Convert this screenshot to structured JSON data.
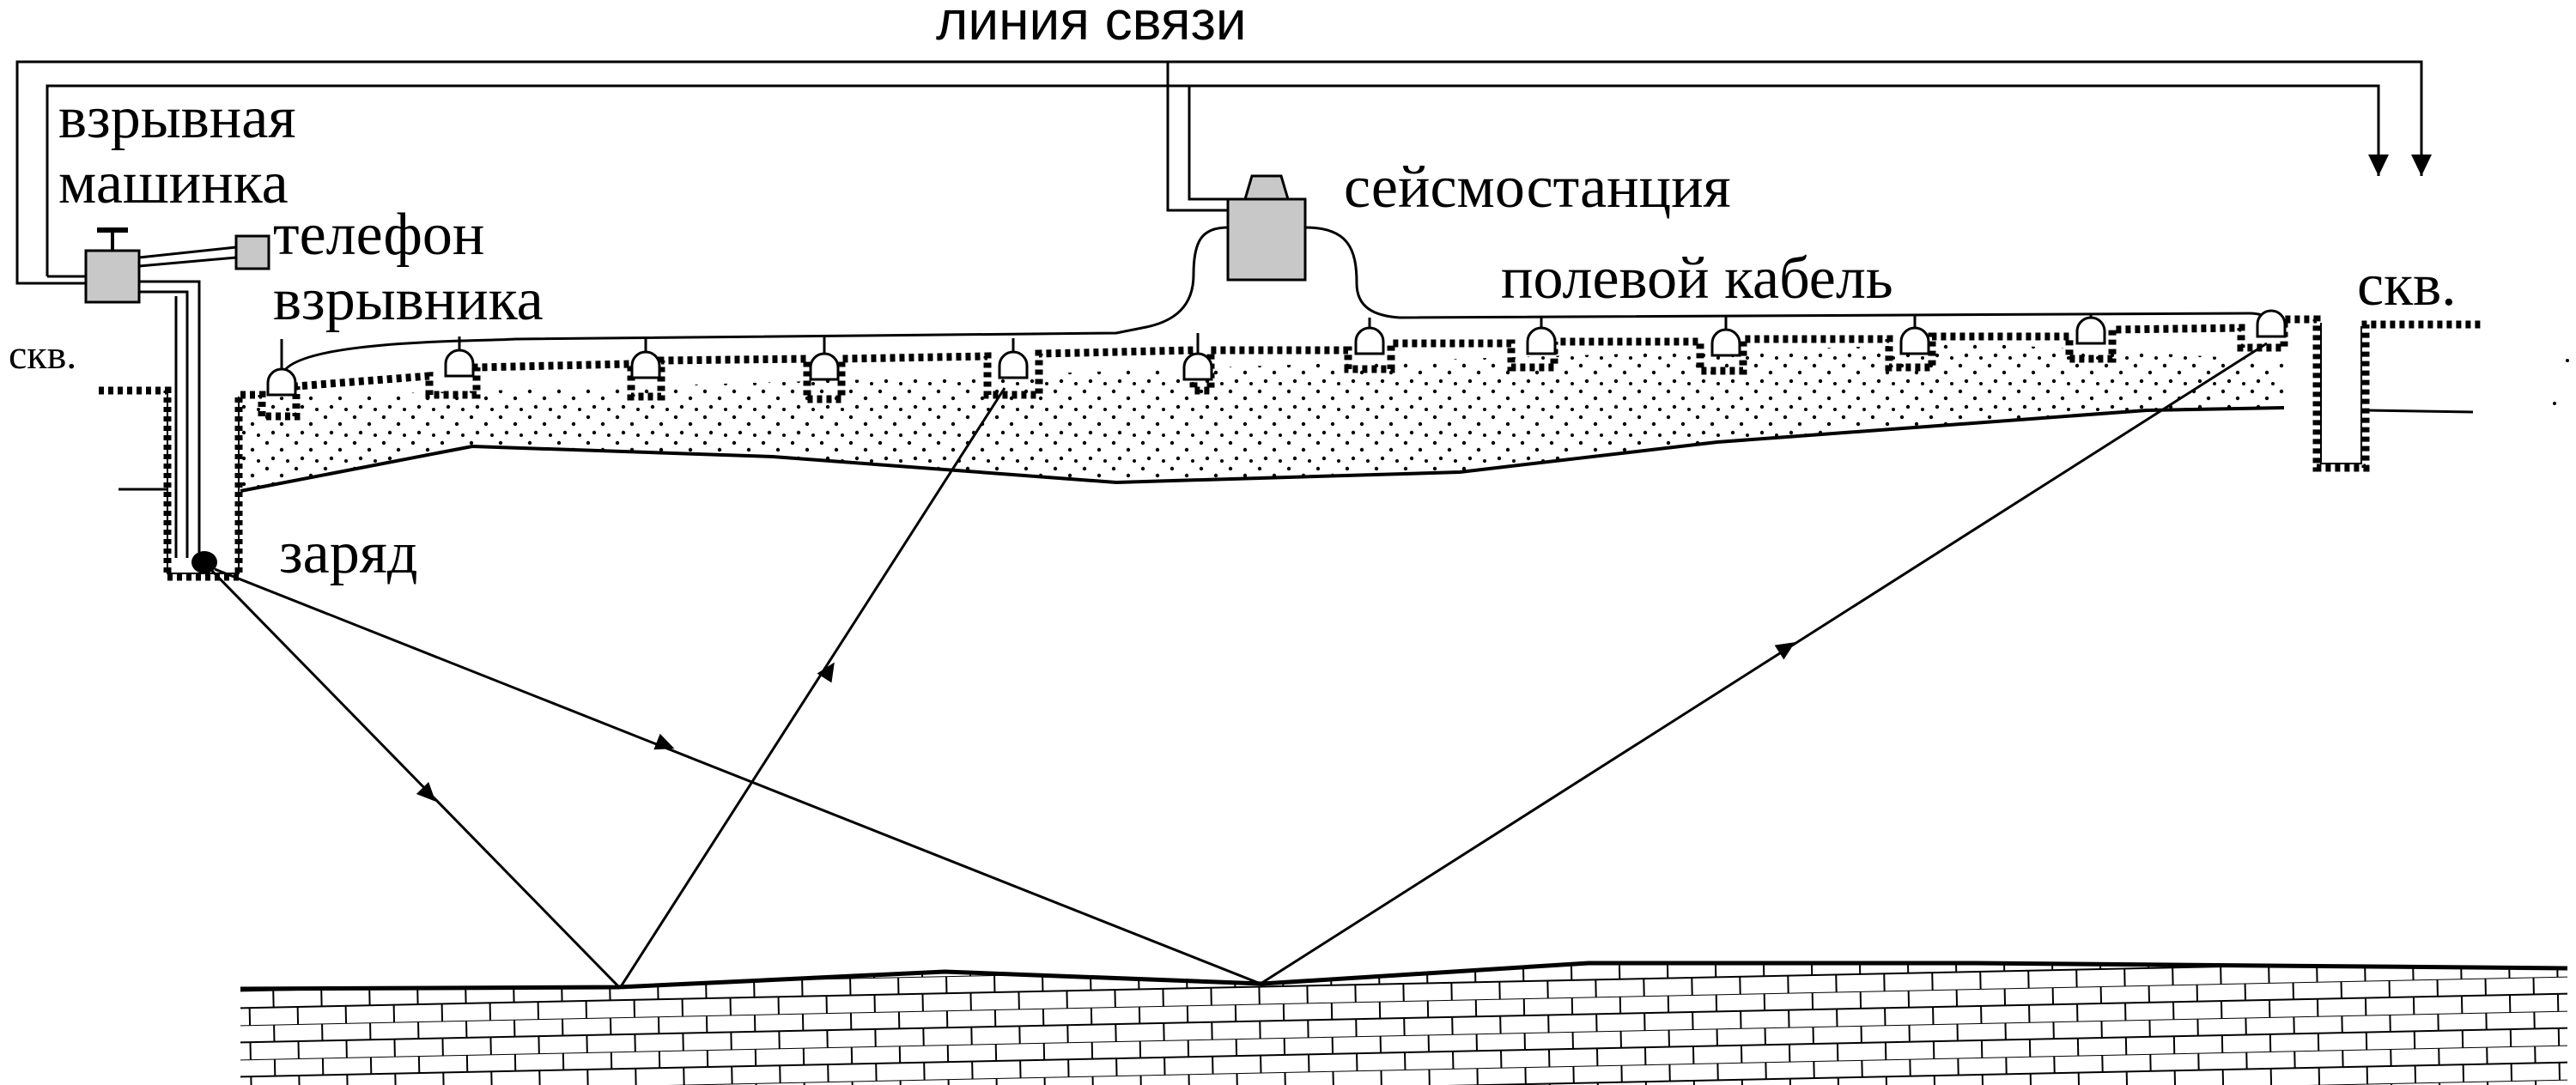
{
  "labels": {
    "comm_line": "линия связи",
    "blasting_machine": "взрывная машинка",
    "blaster_phone": "телефон взрывника",
    "seismic_station": "сейсмостанция",
    "field_cable": "полевой кабель",
    "well_left": "скв.",
    "well_right": "скв.",
    "charge": "заряд"
  },
  "colors": {
    "ink": "#000000",
    "equipment_fill": "#c8c8c8",
    "background": "#ffffff"
  },
  "icons": {
    "geophone": "geophone-icon",
    "station": "seismic-station-icon",
    "exploder": "blasting-machine-icon",
    "phone": "telephone-icon"
  }
}
